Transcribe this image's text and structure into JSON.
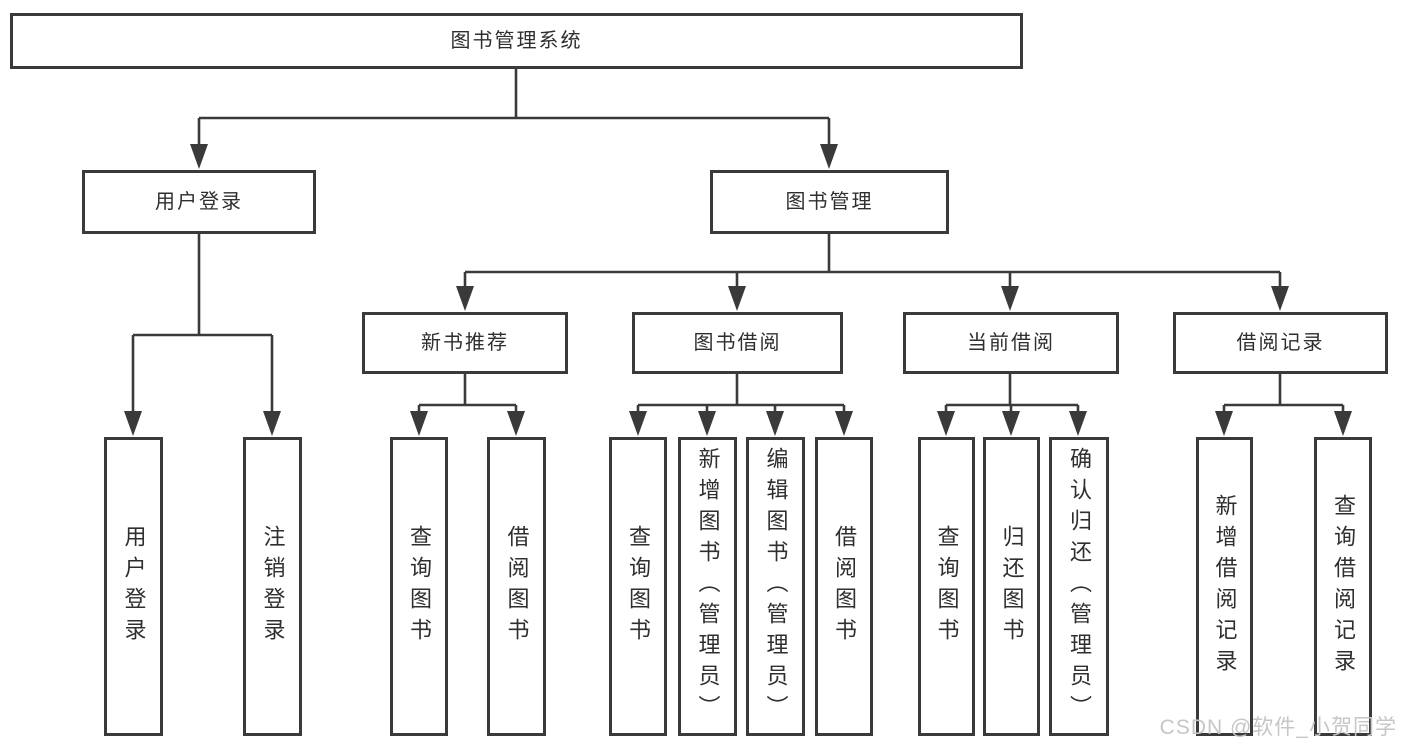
{
  "tree": {
    "root": {
      "label": "图书管理系统"
    },
    "branches": [
      {
        "label": "用户登录",
        "children": [
          {
            "label": "用户登录"
          },
          {
            "label": "注销登录"
          }
        ]
      },
      {
        "label": "图书管理",
        "children": [
          {
            "label": "新书推荐",
            "children": [
              {
                "label": "查询图书"
              },
              {
                "label": "借阅图书"
              }
            ]
          },
          {
            "label": "图书借阅",
            "children": [
              {
                "label": "查询图书"
              },
              {
                "label": "新增图书（管理员）"
              },
              {
                "label": "编辑图书（管理员）"
              },
              {
                "label": "借阅图书"
              }
            ]
          },
          {
            "label": "当前借阅",
            "children": [
              {
                "label": "查询图书"
              },
              {
                "label": "归还图书"
              },
              {
                "label": "确认归还（管理员）"
              }
            ]
          },
          {
            "label": "借阅记录",
            "children": [
              {
                "label": "新增借阅记录"
              },
              {
                "label": "查询借阅记录"
              }
            ]
          }
        ]
      }
    ]
  },
  "watermark": {
    "text": "CSDN @软件_小贺同学"
  },
  "colors": {
    "line": "#3a3a3a",
    "text": "#2f2f2f",
    "background": "#ffffff",
    "watermark": "#c6c6c6"
  }
}
